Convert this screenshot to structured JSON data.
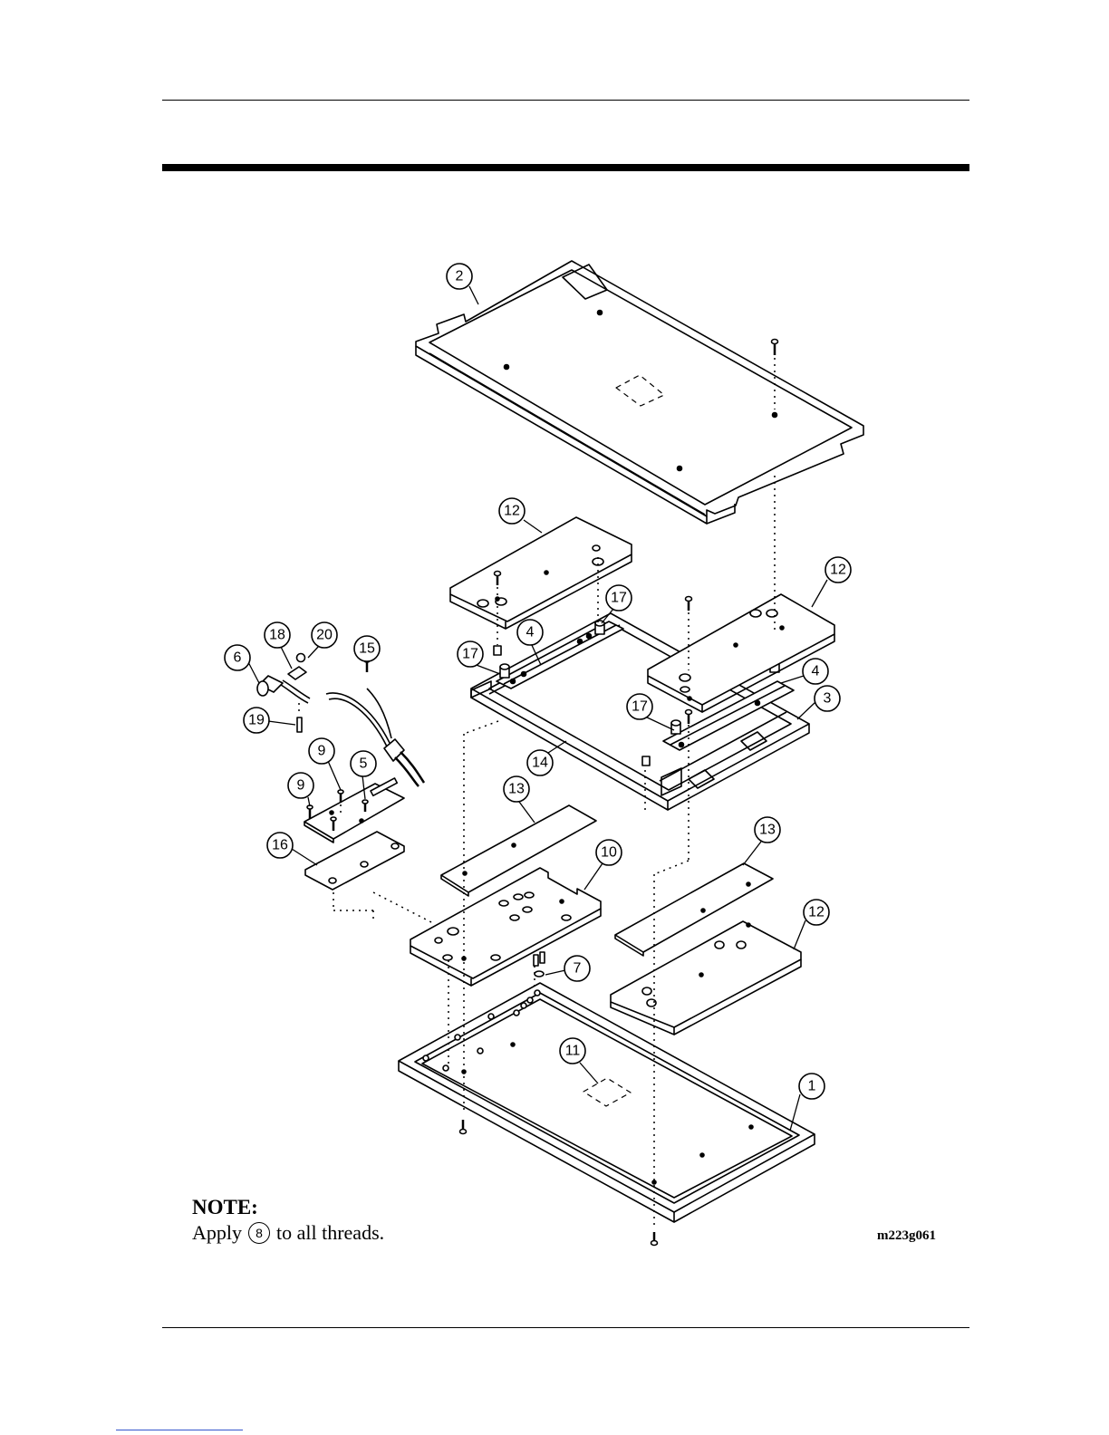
{
  "note": {
    "title": "NOTE:",
    "prefix": "Apply",
    "ref": "8",
    "suffix": "to all threads."
  },
  "figure_id": "m223g061",
  "callouts": [
    "2",
    "12",
    "12",
    "17",
    "18",
    "20",
    "15",
    "6",
    "17",
    "4",
    "4",
    "3",
    "17",
    "19",
    "9",
    "5",
    "9",
    "14",
    "13",
    "13",
    "10",
    "16",
    "12",
    "7",
    "11",
    "1"
  ]
}
